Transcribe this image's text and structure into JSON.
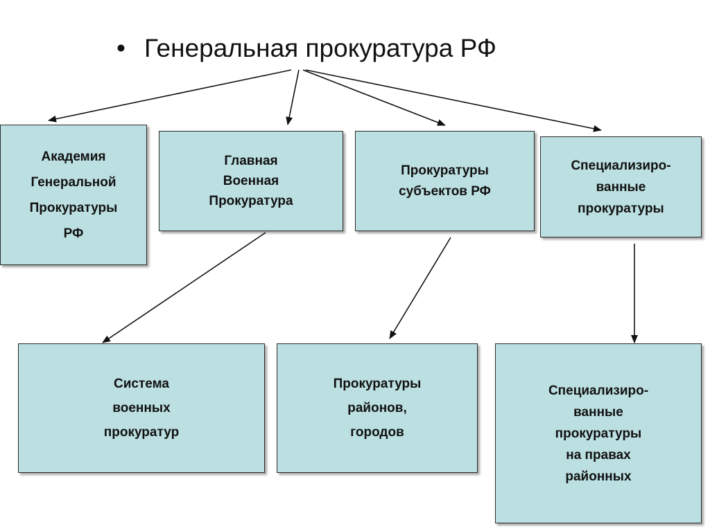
{
  "title": {
    "bullet": "•",
    "text": "Генеральная прокуратура РФ"
  },
  "boxes": {
    "academy": "Академия\nГенеральной\nПрокуратуры\nРФ",
    "military_main": "Главная\nВоенная\nПрокуратура",
    "subjects": "Прокуратуры\nсубъектов РФ",
    "specialized": "Специализиро-\nванные\nпрокуратуры",
    "military_system": "Система\nвоенных\nпрокуратур",
    "districts": "Прокуратуры\nрайонов,\nгородов",
    "specialized_district": "Специализиро-\nванные\nпрокуратуры\nна правах\nрайонных"
  },
  "colors": {
    "box_fill": "#bcdfe1",
    "box_border": "#2b2b2b",
    "arrow": "#111111"
  }
}
